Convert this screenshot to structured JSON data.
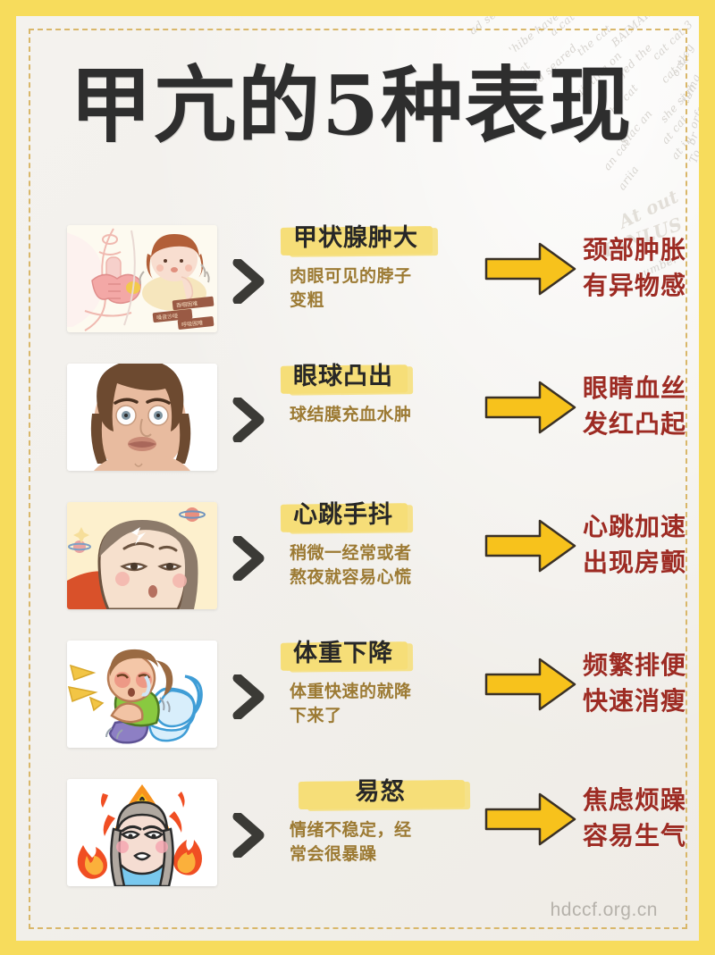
{
  "poster": {
    "title": "甲亢的5种表现",
    "watermark": "hdccf.org.cn",
    "border_color": "#f7dc5c",
    "paper_color": "#f2f0ec",
    "dashed_border_color": "#d9b76a",
    "heading_highlight_color": "#f6de78",
    "heading_text_color": "#272727",
    "desc_text_color": "#9c7a33",
    "result_text_color": "#9d2b23",
    "arrow_fill_color": "#f7c21c",
    "arrow_stroke_color": "#3a3126",
    "chevron_color": "#3b3a36"
  },
  "texture_words": [
    "ad see",
    "a cat the",
    "hibe the",
    "'hibe have",
    "ed seared",
    "the cat",
    "BAIMAIN",
    "the cat",
    "tainting on",
    "fed the",
    "cat cat 3",
    "cat sa",
    "he cat",
    "she sigh",
    "Slac an",
    "at cat",
    "at in",
    "an cat",
    "ariia",
    "At out",
    "At out",
    "TANLUS",
    "number",
    "ortleg",
    "thing",
    "orfod",
    "br",
    "To"
  ],
  "rows": [
    {
      "index": 1,
      "image_name": "thyroid-swelling-illustration",
      "heading": "甲状腺肿大",
      "desc_lines": [
        "肉眼可见的脖子",
        "变粗"
      ],
      "result_lines": [
        "颈部肿胀",
        "有异物感"
      ]
    },
    {
      "index": 2,
      "image_name": "bulging-eyes-illustration",
      "heading": "眼球凸出",
      "desc_lines": [
        "球结膜充血水肿"
      ],
      "result_lines": [
        "眼睛血丝",
        "发红凸起"
      ]
    },
    {
      "index": 3,
      "image_name": "palpitations-tired-girl-illustration",
      "heading": "心跳手抖",
      "desc_lines": [
        "稍微一经常或者",
        "熬夜就容易心慌"
      ],
      "result_lines": [
        "心跳加速",
        "出现房颤"
      ]
    },
    {
      "index": 4,
      "image_name": "weight-loss-toilet-illustration",
      "heading": "体重下降",
      "desc_lines": [
        "体重快速的就降",
        "下来了"
      ],
      "result_lines": [
        "频繁排便",
        "快速消瘦"
      ]
    },
    {
      "index": 5,
      "image_name": "angry-girl-fire-illustration",
      "heading": "易怒",
      "desc_lines": [
        "情绪不稳定，经",
        "常会很暴躁"
      ],
      "result_lines": [
        "焦虑烦躁",
        "容易生气"
      ]
    }
  ]
}
